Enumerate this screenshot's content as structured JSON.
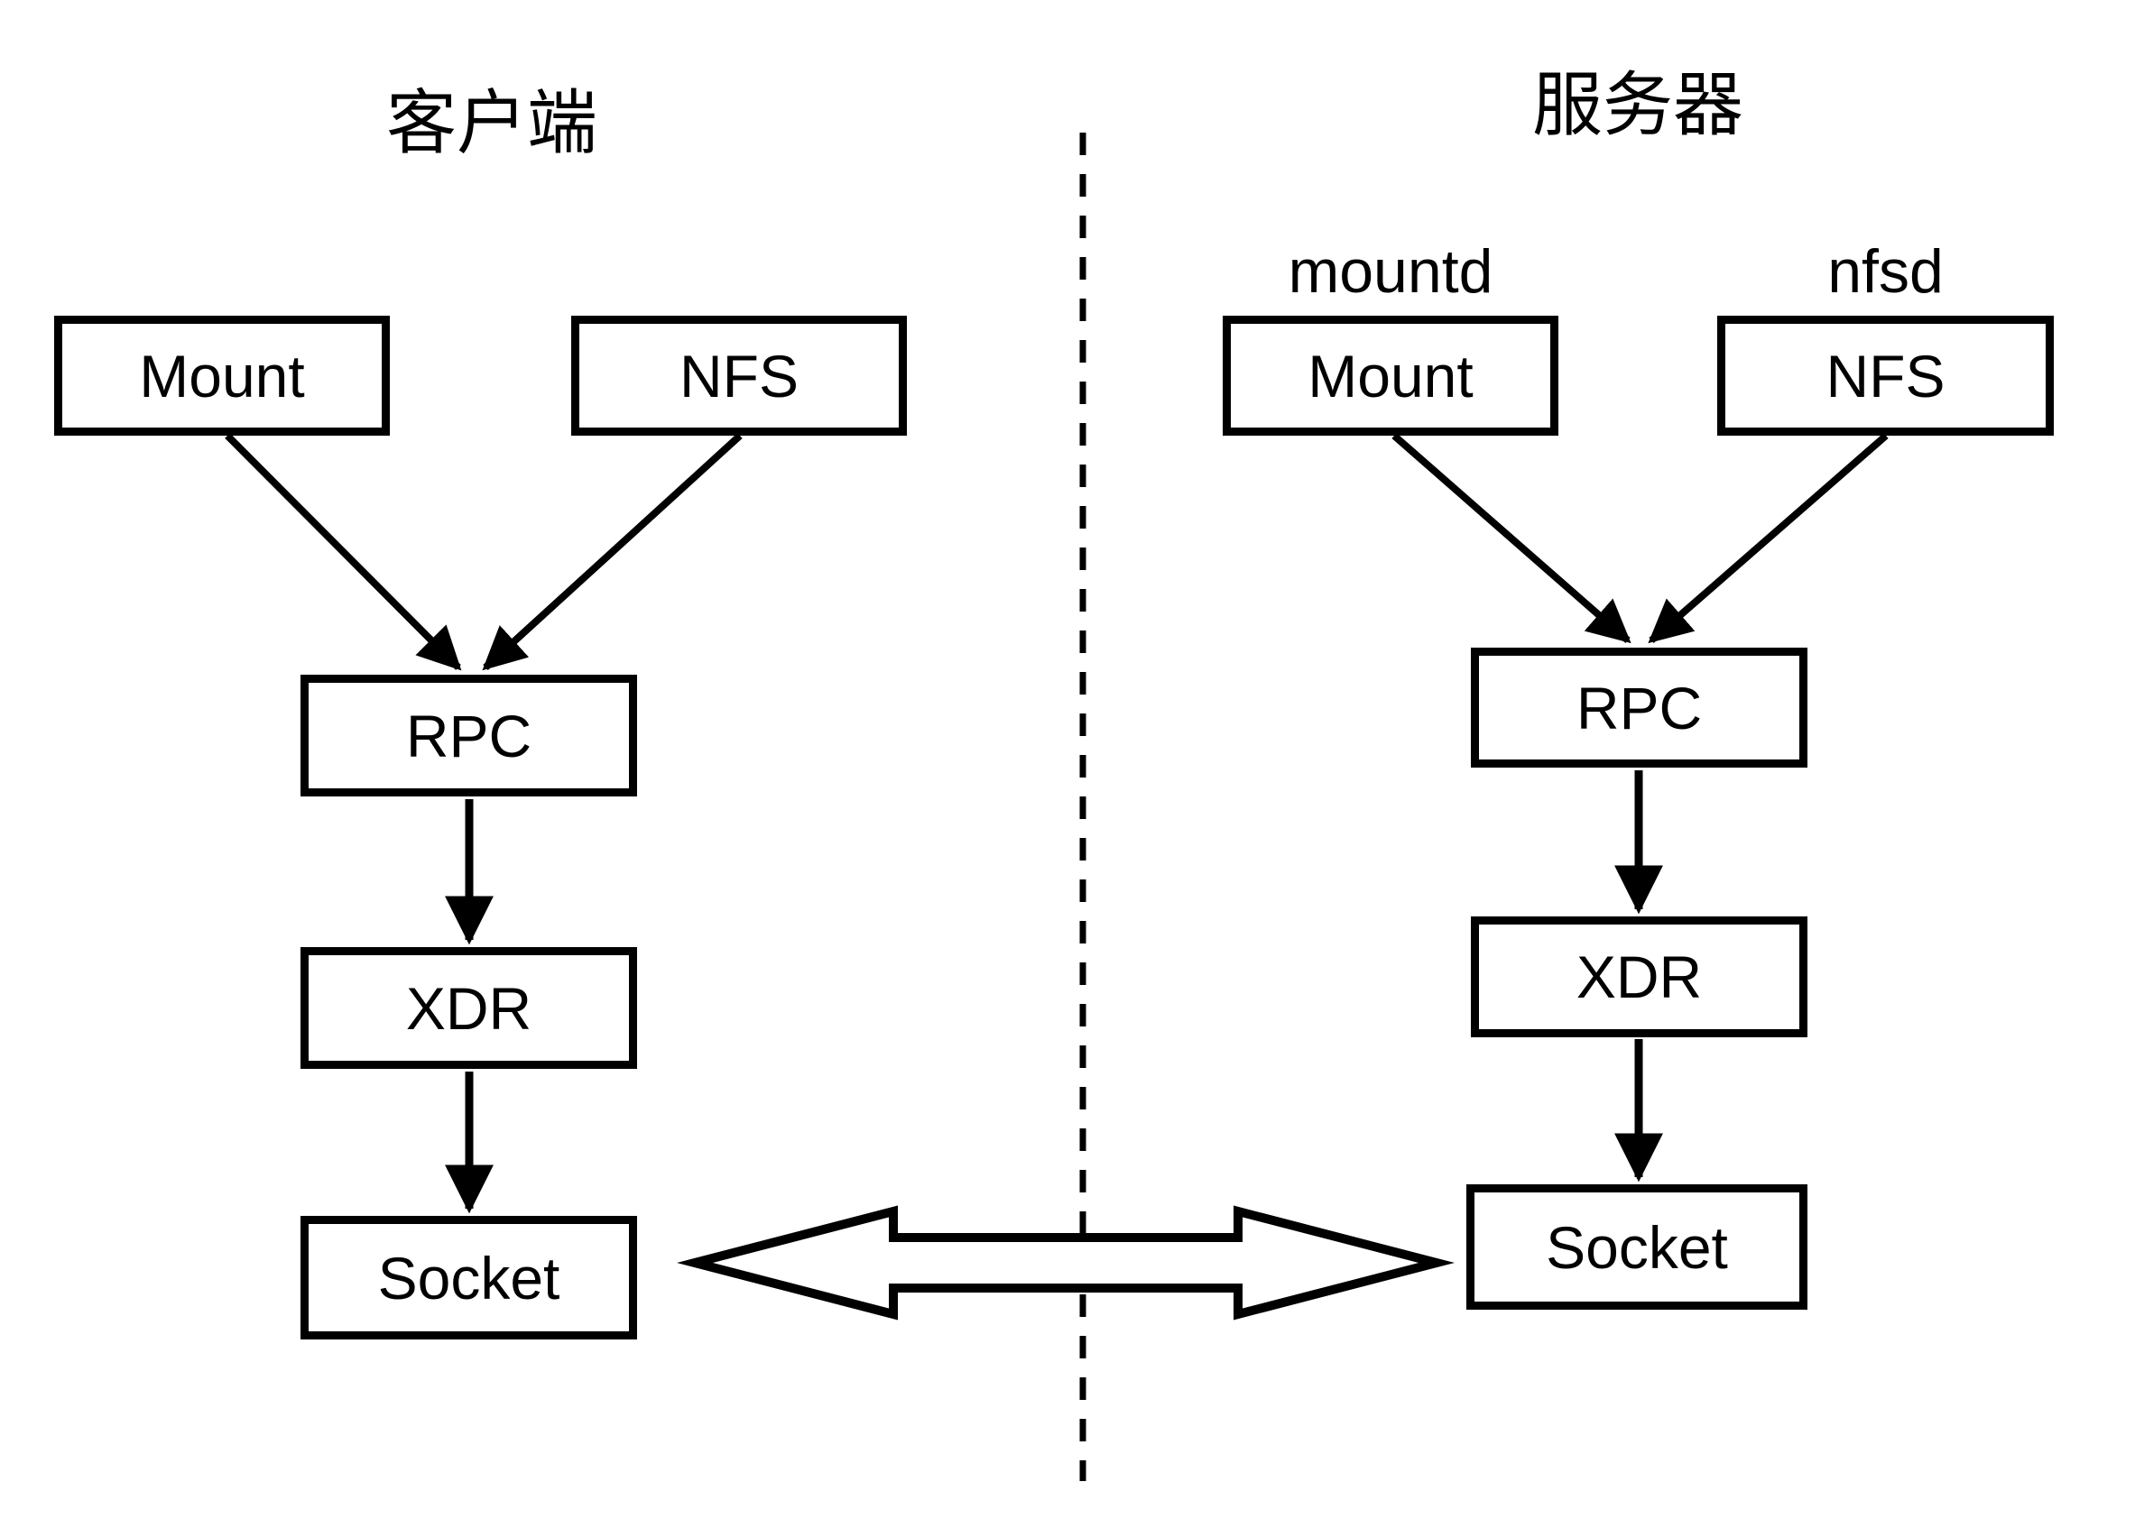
{
  "diagram": {
    "client": {
      "title": "客户端",
      "boxes": {
        "mount": "Mount",
        "nfs": "NFS",
        "rpc": "RPC",
        "xdr": "XDR",
        "socket": "Socket"
      }
    },
    "server": {
      "title": "服务器",
      "daemon_labels": {
        "mountd": "mountd",
        "nfsd": "nfsd"
      },
      "boxes": {
        "mount": "Mount",
        "nfs": "NFS",
        "rpc": "RPC",
        "xdr": "XDR",
        "socket": "Socket"
      }
    },
    "colors": {
      "line": "#000000",
      "background": "#ffffff"
    }
  }
}
